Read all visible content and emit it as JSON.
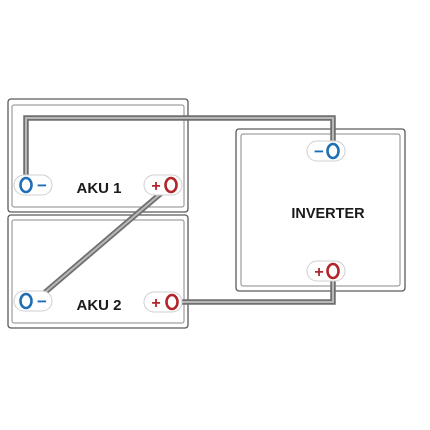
{
  "devices": {
    "battery_1": {
      "label": "AKU 1"
    },
    "battery_2": {
      "label": "AKU 2"
    },
    "inverter": {
      "label": "INVERTER"
    }
  },
  "terminals": {
    "negative_sign": "−",
    "positive_sign": "+",
    "negative_color": "#1f6fb5",
    "positive_color": "#b0262a"
  },
  "connections": [
    {
      "from": "AKU 1 −",
      "to": "INVERTER −"
    },
    {
      "from": "AKU 1 +",
      "to": "AKU 2 −"
    },
    {
      "from": "AKU 2 +",
      "to": "INVERTER +"
    }
  ],
  "colors": {
    "outline": "#5a5a5a",
    "wire": "#6f6f6f"
  }
}
